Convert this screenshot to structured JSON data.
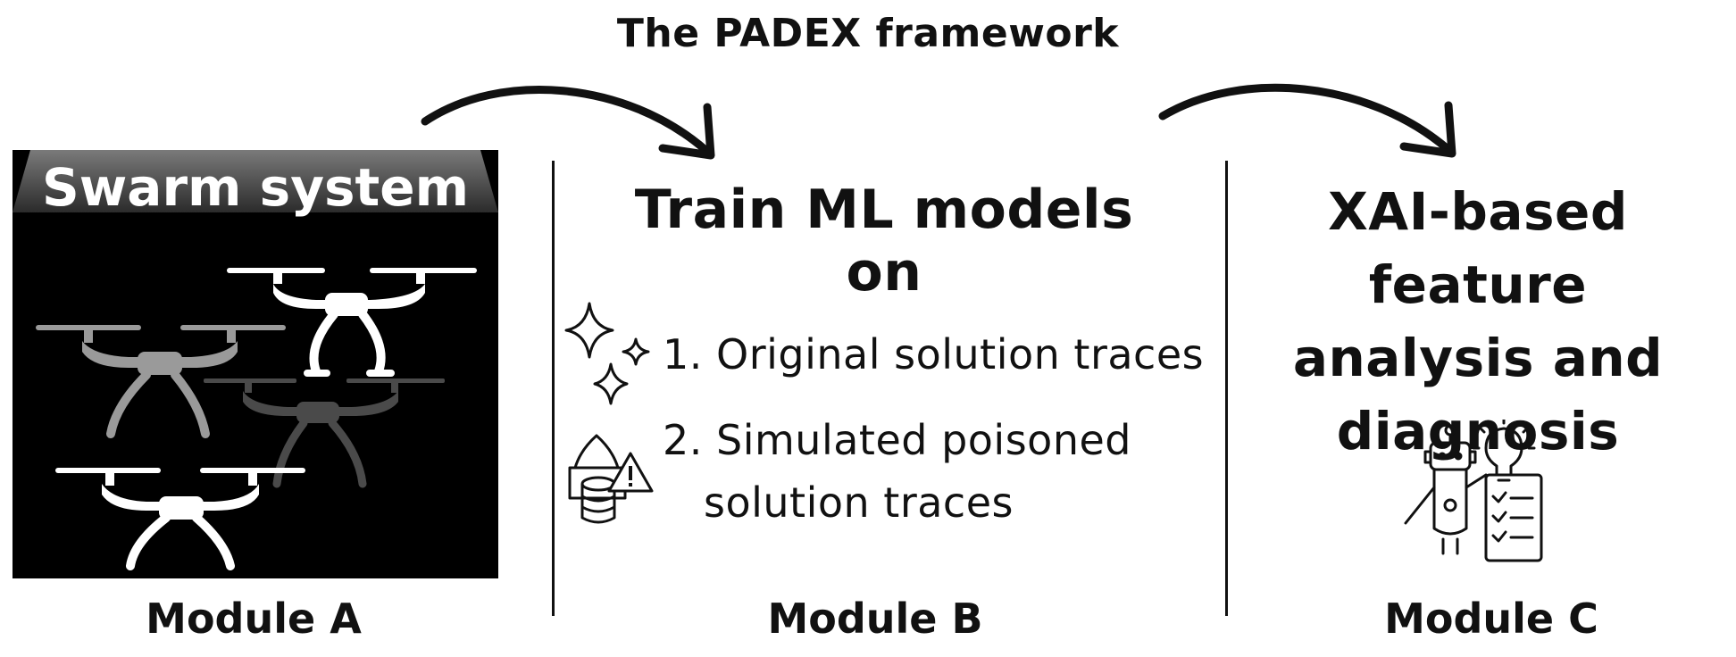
{
  "diagram": {
    "title": "The PADEX framework",
    "module_a": {
      "box_label": "Swarm system",
      "label": "Module A",
      "drones_icon": "drone-icon"
    },
    "module_b": {
      "heading": "Train ML models on",
      "items": [
        {
          "text": "1. Original solution traces",
          "icon": "sparkle-icon"
        },
        {
          "text_line1": "2.  Simulated poisoned",
          "text_line2": "solution traces",
          "icon": "poisoned-database-warning-icon"
        }
      ],
      "label": "Module B"
    },
    "module_c": {
      "heading_lines": [
        "XAI-based feature",
        "analysis and",
        "diagnosis"
      ],
      "icon": "robot-analysis-lightbulb-icon",
      "label": "Module C"
    }
  }
}
